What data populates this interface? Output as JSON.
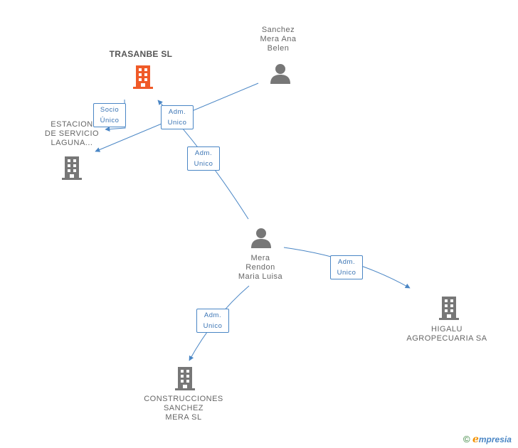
{
  "colors": {
    "edge": "#4a86c5",
    "building": "#777777",
    "building_main": "#f05a28",
    "person": "#777777"
  },
  "nodes": {
    "trasanbe": {
      "label": "TRASANBE SL",
      "icon": "building-icon"
    },
    "estacion": {
      "label": "ESTACION\nDE SERVICIO\nLAGUNA...",
      "icon": "building-icon"
    },
    "sanchez": {
      "label": "Sanchez\nMera Ana\nBelen",
      "icon": "person-icon"
    },
    "mera": {
      "label": "Mera\nRendon\nMaria Luisa",
      "icon": "person-icon"
    },
    "higalu": {
      "label": "HIGALU\nAGROPECUARIA SA",
      "icon": "building-icon"
    },
    "construcciones": {
      "label": "CONSTRUCCIONES\nSANCHEZ\nMERA SL",
      "icon": "building-icon"
    }
  },
  "edges": {
    "socio": {
      "line1": "Socio",
      "line2": "Único"
    },
    "adm1": {
      "line1": "Adm.",
      "line2": "Unico"
    },
    "adm2": {
      "line1": "Adm.",
      "line2": "Unico"
    },
    "adm3": {
      "line1": "Adm.",
      "line2": "Unico"
    },
    "adm4": {
      "line1": "Adm.",
      "line2": "Unico"
    }
  },
  "brand": {
    "copyright": "©",
    "e": "e",
    "rest": "mpresia"
  }
}
